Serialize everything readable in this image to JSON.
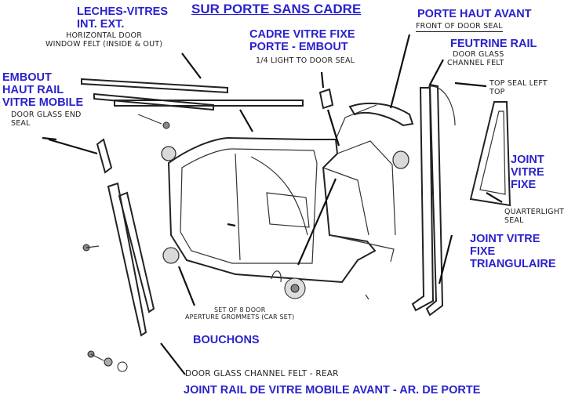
{
  "title": "SUR PORTE SANS CADRE",
  "labels": {
    "leches_fr": "LECHES-VITRES\nINT. EXT.",
    "leches_en": "HORIZONTAL DOOR\nWINDOW FELT (INSIDE & OUT)",
    "cadre_fr": "CADRE VITRE FIXE\nPORTE - EMBOUT",
    "cadre_en": "1/4 LIGHT TO DOOR SEAL",
    "porte_haut_fr": "PORTE HAUT AVANT",
    "porte_haut_en": "FRONT OF DOOR SEAL",
    "feutrine_fr": "FEUTRINE RAIL",
    "feutrine_en": "DOOR GLASS\nCHANNEL FELT",
    "top_seal_en": "TOP SEAL LEFT\nTOP",
    "embout_fr": "EMBOUT\nHAUT RAIL\nVITRE MOBILE",
    "embout_en": "DOOR GLASS END\nSEAL",
    "joint_fixe_fr": "JOINT\nVITRE\nFIXE",
    "quarterlight_en": "QUARTERLIGHT\nSEAL",
    "joint_tri_fr": "JOINT VITRE\nFIXE\nTRIANGULAIRE",
    "grommets_en": "SET OF 8 DOOR\nAPERTURE GROMMETS (CAR SET)",
    "bouchons_fr": "BOUCHONS",
    "channel_rear_en": "DOOR GLASS CHANNEL FELT - REAR",
    "joint_rail_fr": "JOINT RAIL DE VITRE MOBILE AVANT - AR. DE PORTE"
  }
}
